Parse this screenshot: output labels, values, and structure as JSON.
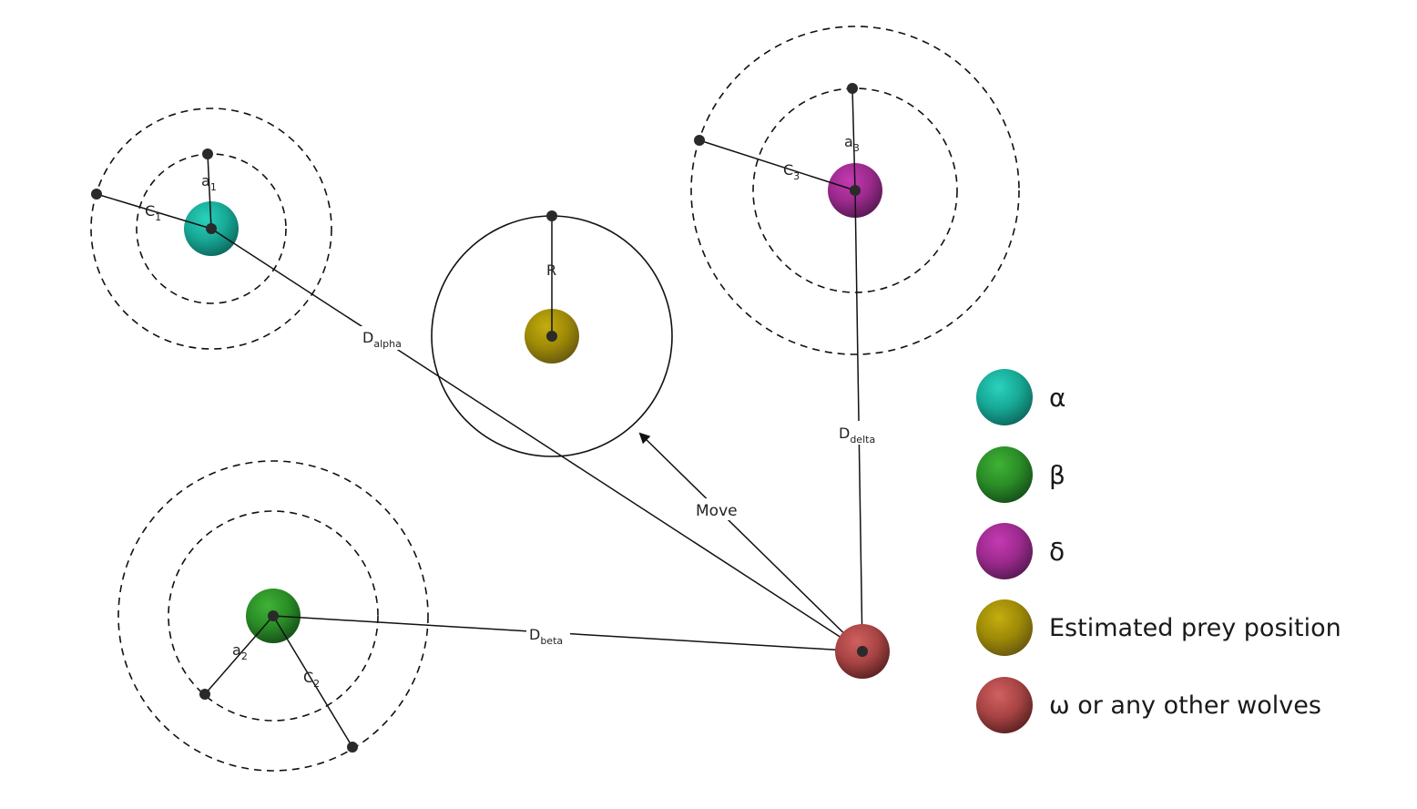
{
  "diagram": {
    "labels": {
      "a1_base": "a",
      "a1_sub": "1",
      "c1_base": "C",
      "c1_sub": "1",
      "a2_base": "a",
      "a2_sub": "2",
      "c2_base": "C",
      "c2_sub": "2",
      "a3_base": "a",
      "a3_sub": "3",
      "c3_base": "C",
      "c3_sub": "3",
      "r_label": "R",
      "move_label": "Move",
      "dalpha_base": "D",
      "dalpha_sub": "alpha",
      "dbeta_base": "D",
      "dbeta_sub": "beta",
      "ddelta_base": "D",
      "ddelta_sub": "delta"
    }
  },
  "legend": [
    {
      "label": "α",
      "color": "#1aa898"
    },
    {
      "label": "β",
      "color": "#2f8f2a"
    },
    {
      "label": "δ",
      "color": "#a0298f"
    },
    {
      "label": "Estimated prey position",
      "color": "#a08c08"
    },
    {
      "label": "ω or any other wolves",
      "color": "#b04848"
    }
  ],
  "colors": {
    "alpha": "#1aa898",
    "beta": "#2f8f2a",
    "delta": "#a0298f",
    "prey": "#a08c08",
    "omega": "#b04848",
    "line": "#111111",
    "point": "#2a2a2a"
  }
}
